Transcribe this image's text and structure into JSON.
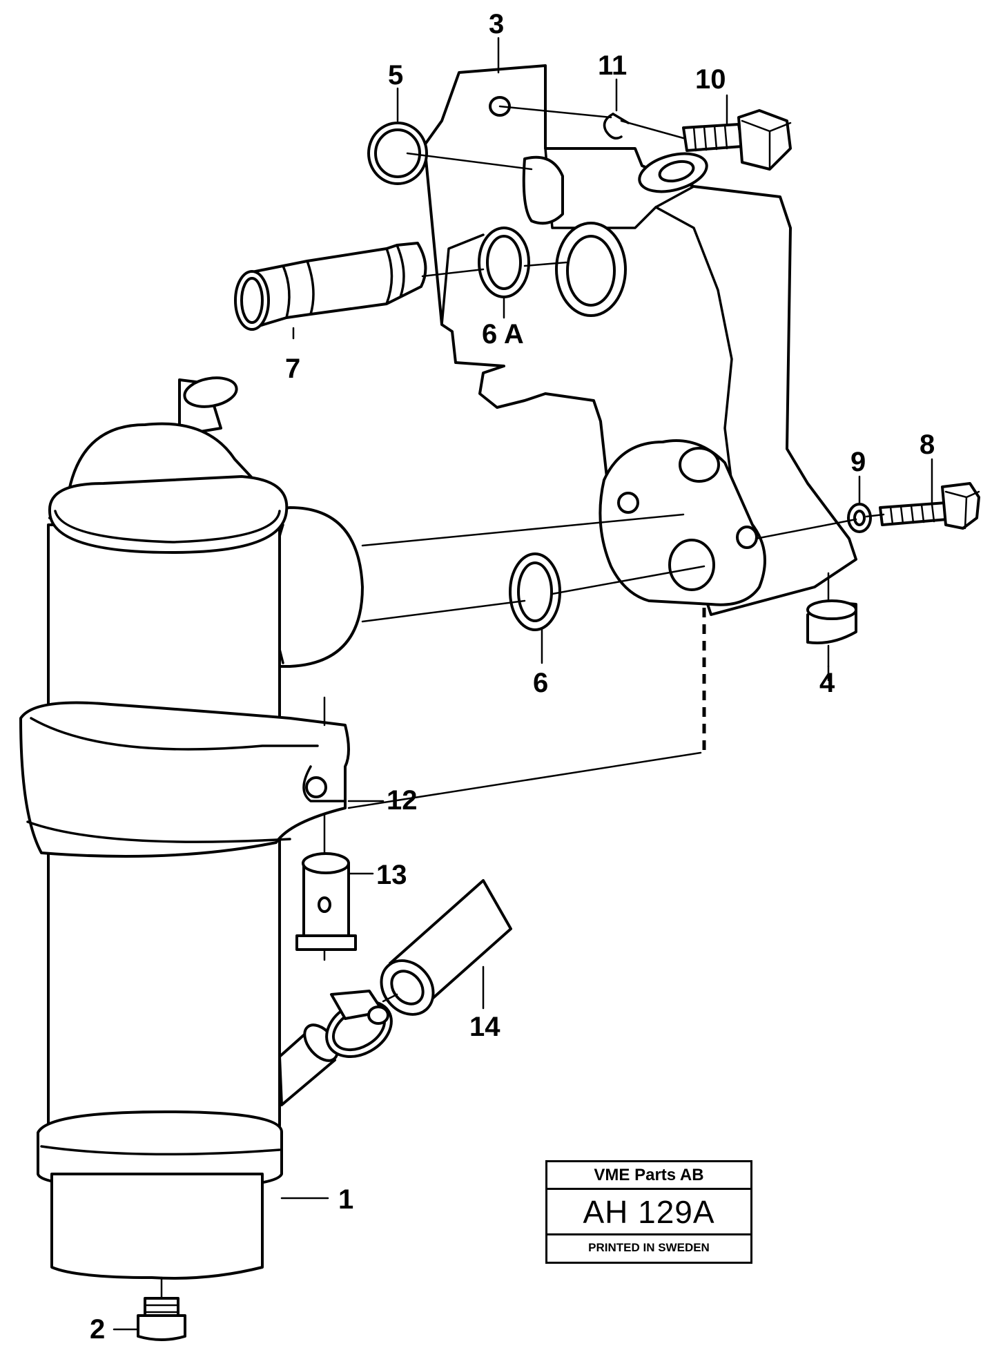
{
  "labels": {
    "p1": "1",
    "p2": "2",
    "p3": "3",
    "p4": "4",
    "p5": "5",
    "p6": "6",
    "p6a": "6 A",
    "p7": "7",
    "p8": "8",
    "p9": "9",
    "p10": "10",
    "p11": "11",
    "p12": "12",
    "p13": "13",
    "p14": "14"
  },
  "title_block": {
    "company": "VME Parts AB",
    "code": "AH 129A",
    "printed": "PRINTED IN SWEDEN"
  }
}
